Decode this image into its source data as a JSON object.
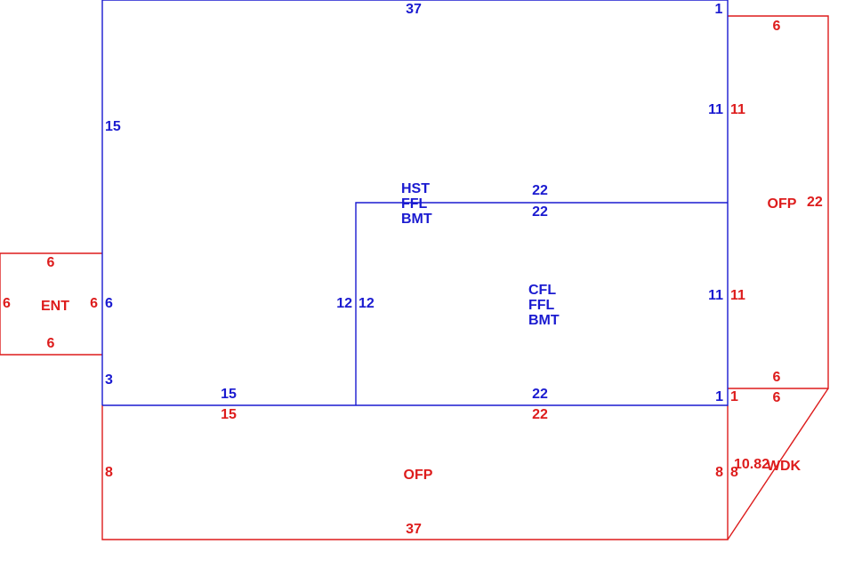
{
  "colors": {
    "dwelling": "#1a1ad0",
    "addition": "#dd1c1c"
  },
  "areas": {
    "ent": {
      "name": "ENT",
      "top": "6",
      "bottom": "6",
      "left": "6",
      "right": "6"
    },
    "ofp_right": {
      "name": "OFP",
      "top": "6",
      "right": "22",
      "bottom": "6",
      "left_upper": "11",
      "left_lower": "11",
      "left_tail": "1"
    },
    "ofp_bottom": {
      "name": "OFP",
      "top_left": "15",
      "top_right": "22",
      "left": "8",
      "right": "8",
      "bottom": "37"
    },
    "wdk": {
      "name": "WDK",
      "top": "6",
      "left": "8",
      "diagonal": "10.82"
    },
    "main_house": {
      "top": "37",
      "top_right_corner": "1",
      "left_upper": "15",
      "left_mid": "6",
      "left_lower": "3",
      "right_upper": "11",
      "right_lower": "11",
      "right_tail": "1",
      "bottom_left": "15",
      "bottom_right": "22"
    },
    "hst_block": {
      "names": [
        "HST",
        "FFL",
        "BMT"
      ],
      "top_inner": "22"
    },
    "cfl_block": {
      "names": [
        "CFL",
        "FFL",
        "BMT"
      ],
      "top": "22",
      "left_outer": "12",
      "left_inner": "12"
    }
  }
}
